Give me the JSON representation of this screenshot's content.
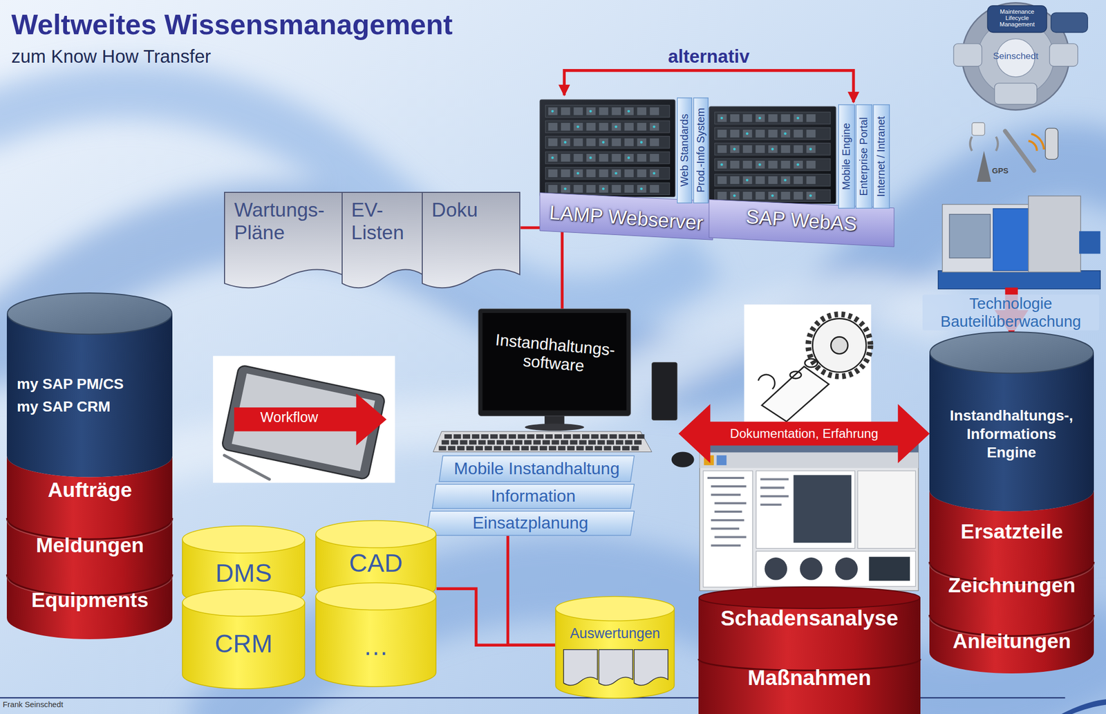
{
  "diagram": {
    "title": "Weltweites Wissensmanagement",
    "caption": "zum Know How Transfer",
    "nodes": [
      {
        "text": [
          "LAMP Webserver"
        ]
      },
      {
        "text": [
          "Web Standards"
        ],
        "in": 0
      },
      {
        "text": [
          "Prod.-Info System"
        ],
        "in": 0
      },
      {
        "text": [
          "SAP WebAS"
        ]
      },
      {
        "text": [
          "Mobile Engine"
        ],
        "in": 3
      },
      {
        "text": [
          "Enterprise Portal"
        ],
        "in": 3
      },
      {
        "text": [
          "Internet / Intranet"
        ],
        "in": 3
      },
      {
        "text": [
          "Wartungs- Pläne"
        ]
      },
      {
        "text": [
          "EV- Listen"
        ]
      },
      {
        "text": [
          "Doku"
        ]
      },
      {
        "text": [
          "my SAP PM/CS",
          "my SAP CRM"
        ]
      },
      {
        "text": [
          "Aufträge"
        ],
        "in": 10
      },
      {
        "text": [
          "Meldungen"
        ],
        "in": 10
      },
      {
        "text": [
          "Equipments"
        ],
        "in": 10
      },
      {
        "text": [
          "Instandhaltungs- software"
        ]
      },
      {
        "text": [
          "Mobile Instandhaltung"
        ]
      },
      {
        "text": [
          "Information"
        ]
      },
      {
        "text": [
          "Einsatzplanung"
        ]
      },
      {
        "text": [
          "Instandhaltungs-, Informations Engine"
        ]
      },
      {
        "text": [
          "Ersatzteile"
        ],
        "in": 18
      },
      {
        "text": [
          "Zeichnungen"
        ],
        "in": 18
      },
      {
        "text": [
          "Anleitungen"
        ],
        "in": 18
      },
      {
        "text": [
          "DMS"
        ]
      },
      {
        "text": [
          "CAD"
        ]
      },
      {
        "text": [
          "CRM"
        ]
      },
      {
        "text": [
          "…"
        ]
      },
      {
        "text": [
          "Auswertungen"
        ]
      },
      {
        "text": [
          "Schadensanalyse"
        ]
      },
      {
        "text": [
          "Maßnahmen"
        ],
        "in": 27
      }
    ],
    "edges": [
      {
        "from": 0,
        "to": 3,
        "label": "alternativ",
        "arrow": "both"
      },
      {
        "from": 9,
        "to": 14,
        "arrow": "none"
      },
      {
        "from": 14,
        "to": 18,
        "label": "Dokumentation, Erfahrung",
        "arrow": "both"
      },
      {
        "from": 17,
        "to": 26,
        "arrow": "none"
      },
      {
        "from": 23,
        "to": 26,
        "arrow": "none"
      }
    ],
    "labels": [
      "Workflow",
      "Technologie Bauteilüberwachung",
      "Maintenance Lifecycle Management",
      "Seinschedt",
      "GPS",
      "Frank Seinschedt"
    ]
  }
}
